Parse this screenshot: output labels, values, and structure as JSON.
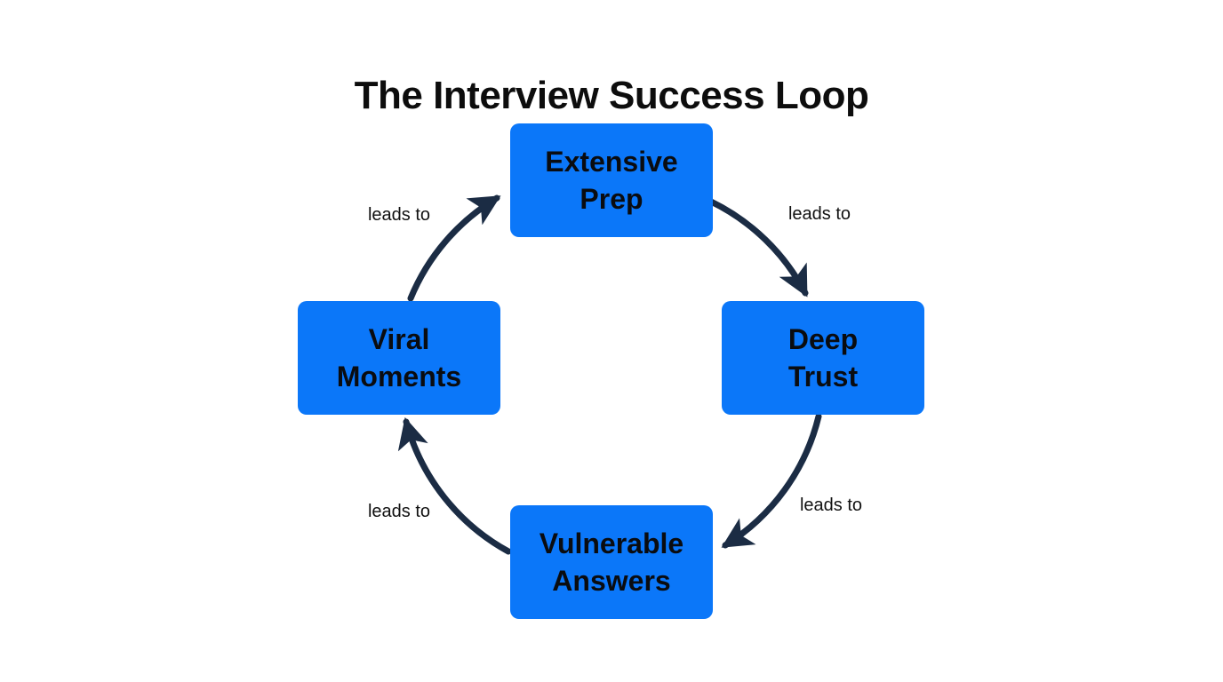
{
  "title": "The Interview Success Loop",
  "diagram": {
    "type": "cycle",
    "colors": {
      "node_fill": "#0b77f9",
      "arrow": "#1b2c44",
      "node_text": "#0a0c10",
      "title_text": "#0d0d0d"
    },
    "nodes": [
      {
        "id": "extensive-prep",
        "label": "Extensive\nPrep",
        "position": "top"
      },
      {
        "id": "deep-trust",
        "label": "Deep\nTrust",
        "position": "right"
      },
      {
        "id": "vulnerable-answers",
        "label": "Vulnerable\nAnswers",
        "position": "bottom"
      },
      {
        "id": "viral-moments",
        "label": "Viral\nMoments",
        "position": "left"
      }
    ],
    "edges": [
      {
        "from": "extensive-prep",
        "to": "deep-trust",
        "label": "leads to"
      },
      {
        "from": "deep-trust",
        "to": "vulnerable-answers",
        "label": "leads to"
      },
      {
        "from": "vulnerable-answers",
        "to": "viral-moments",
        "label": "leads to"
      },
      {
        "from": "viral-moments",
        "to": "extensive-prep",
        "label": "leads to"
      }
    ]
  }
}
